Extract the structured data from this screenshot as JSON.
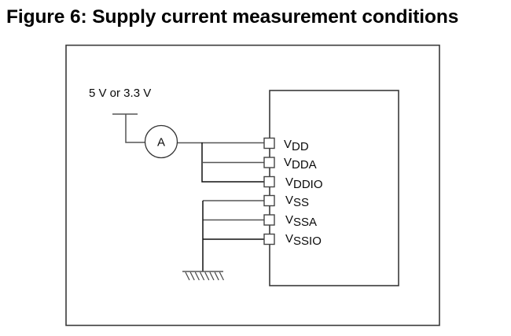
{
  "figure": {
    "title": "Figure 6: Supply current measurement conditions"
  },
  "diagram": {
    "supply_label": "5 V or 3.3 V",
    "ammeter_label": "A",
    "pins": [
      {
        "name": "vdd",
        "main": "V",
        "sub": "DD",
        "group": "supply"
      },
      {
        "name": "vdda",
        "main": "V",
        "sub": "DDA",
        "group": "supply"
      },
      {
        "name": "vddio",
        "main": "V",
        "sub": "DDIO",
        "group": "supply"
      },
      {
        "name": "vss",
        "main": "V",
        "sub": "SS",
        "group": "ground"
      },
      {
        "name": "vssa",
        "main": "V",
        "sub": "SSA",
        "group": "ground"
      },
      {
        "name": "vssio",
        "main": "V",
        "sub": "SSIO",
        "group": "ground"
      }
    ],
    "ground_symbol": "ground-icon"
  }
}
